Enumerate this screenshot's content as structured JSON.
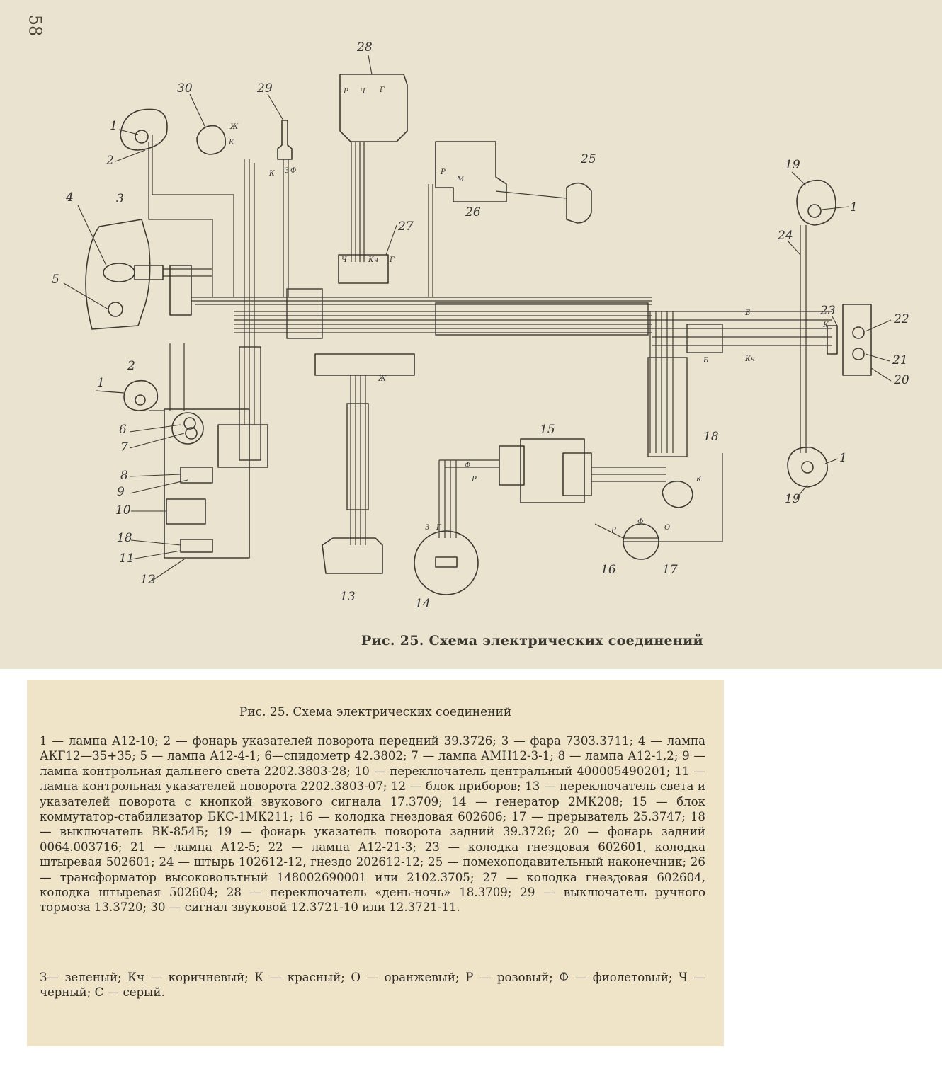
{
  "page": {
    "number": "58"
  },
  "figure": {
    "caption": "Рис. 25. Схема электрических соединений"
  },
  "legend": {
    "title": "Рис. 25. Схема электрических соединений",
    "body": "1 — лампа А12-10; 2 — фонарь указателей поворота передний 39.3726; 3 — фара 7303.3711; 4 — лампа АКГ12—35+35; 5 — лампа А12-4-1; 6—спидометр 42.3802; 7 — лампа АМН12-3-1; 8 — лампа А12-1,2; 9 — лампа контрольная дальнего света 2202.3803-28; 10 — переключатель центральный 400005490201; 11 — лампа контрольная указателей поворота 2202.3803-07; 12 — блок приборов; 13 — переключатель света и указателей поворота с кнопкой звукового сигнала 17.3709; 14 — генератор 2МК208; 15 — блок коммутатор-стабилизатор БКС-1МК211; 16 — колодка гнездовая 602606; 17 — прерыватель 25.3747; 18 — выключатель ВК-854Б; 19 — фонарь указатель поворота задний 39.3726; 20 — фонарь задний 0064.003716; 21 — лампа А12-5; 22 — лампа А12-21-3; 23 — колодка гнездовая 602601, колодка штыревая 502601; 24 — штырь 102612-12, гнездо 202612-12; 25 — помехоподавительный наконечник; 26 — трансформатор высоковольтный 148002690001 или 2102.3705; 27 — колодка гнездовая 602604, колодка штыревая 502604; 28 — переключатель «день-ночь» 18.3709; 29 — выключатель ручного тормоза 13.3720; 30 — сигнал звуковой 12.3721-10 или 12.3721-11.",
    "colors": "З— зеленый; Кч — коричневый; К — красный; О — оранжевый; Р — розовый; Ф — фиолетовый; Ч — черный; С — серый."
  },
  "diagram": {
    "component_labels": [
      "1",
      "2",
      "3",
      "4",
      "5",
      "2",
      "1",
      "6",
      "7",
      "8",
      "9",
      "10",
      "18",
      "11",
      "12",
      "30",
      "29",
      "28",
      "27",
      "26",
      "25",
      "15",
      "13",
      "14",
      "16",
      "17",
      "18",
      "19",
      "1",
      "24",
      "23",
      "22",
      "21",
      "20",
      "1",
      "19"
    ],
    "wire_letters": [
      "Ж",
      "К",
      "К",
      "З",
      "Ф",
      "Р",
      "Ч",
      "Г",
      "Р",
      "М",
      "Б",
      "К",
      "Ф",
      "Р",
      "Кч",
      "Б",
      "К",
      "З",
      "Г",
      "Ж",
      "Р",
      "Ф",
      "О",
      "Ч",
      "Кч",
      "Г"
    ]
  }
}
